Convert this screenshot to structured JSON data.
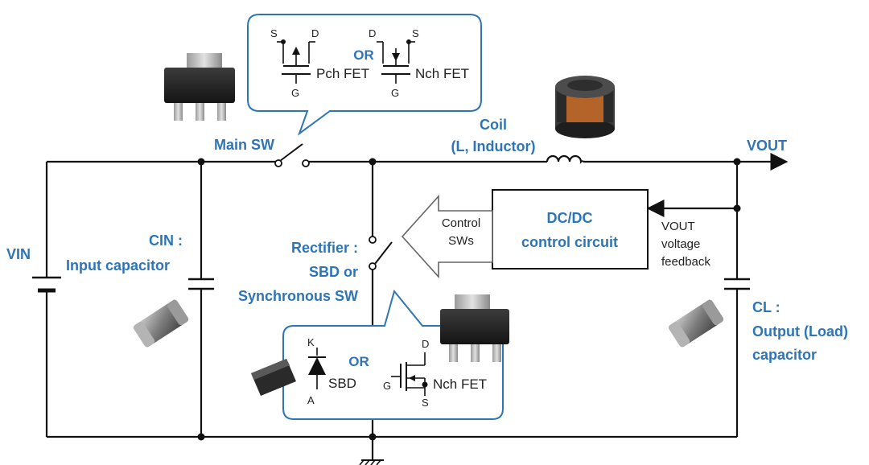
{
  "labels": {
    "vin": "VIN",
    "cin_title": "CIN :",
    "cin_sub": "Input capacitor",
    "main_sw": "Main SW",
    "coil_title": "Coil",
    "coil_sub": "(L, Inductor)",
    "vout": "VOUT",
    "control_title": "DC/DC",
    "control_sub": "control circuit",
    "control_sws_1": "Control",
    "control_sws_2": "SWs",
    "feedback_1": "VOUT",
    "feedback_2": "voltage",
    "feedback_3": "feedback",
    "rectifier_1": "Rectifier :",
    "rectifier_2": "SBD or",
    "rectifier_3": "Synchronous SW",
    "cl_title": "CL :",
    "cl_sub1": "Output (Load)",
    "cl_sub2": "capacitor"
  },
  "top_callout": {
    "pch_s": "S",
    "pch_d": "D",
    "pch_g": "G",
    "pch_label": "Pch FET",
    "or": "OR",
    "nch_d": "D",
    "nch_s": "S",
    "nch_g": "G",
    "nch_label": "Nch FET"
  },
  "bottom_callout": {
    "sbd_k": "K",
    "sbd_a": "A",
    "sbd_label": "SBD",
    "or": "OR",
    "fet_d": "D",
    "fet_g": "G",
    "fet_s": "S",
    "fet_label": "Nch FET"
  },
  "colors": {
    "accent": "#2e75b6",
    "wire": "#111111"
  }
}
